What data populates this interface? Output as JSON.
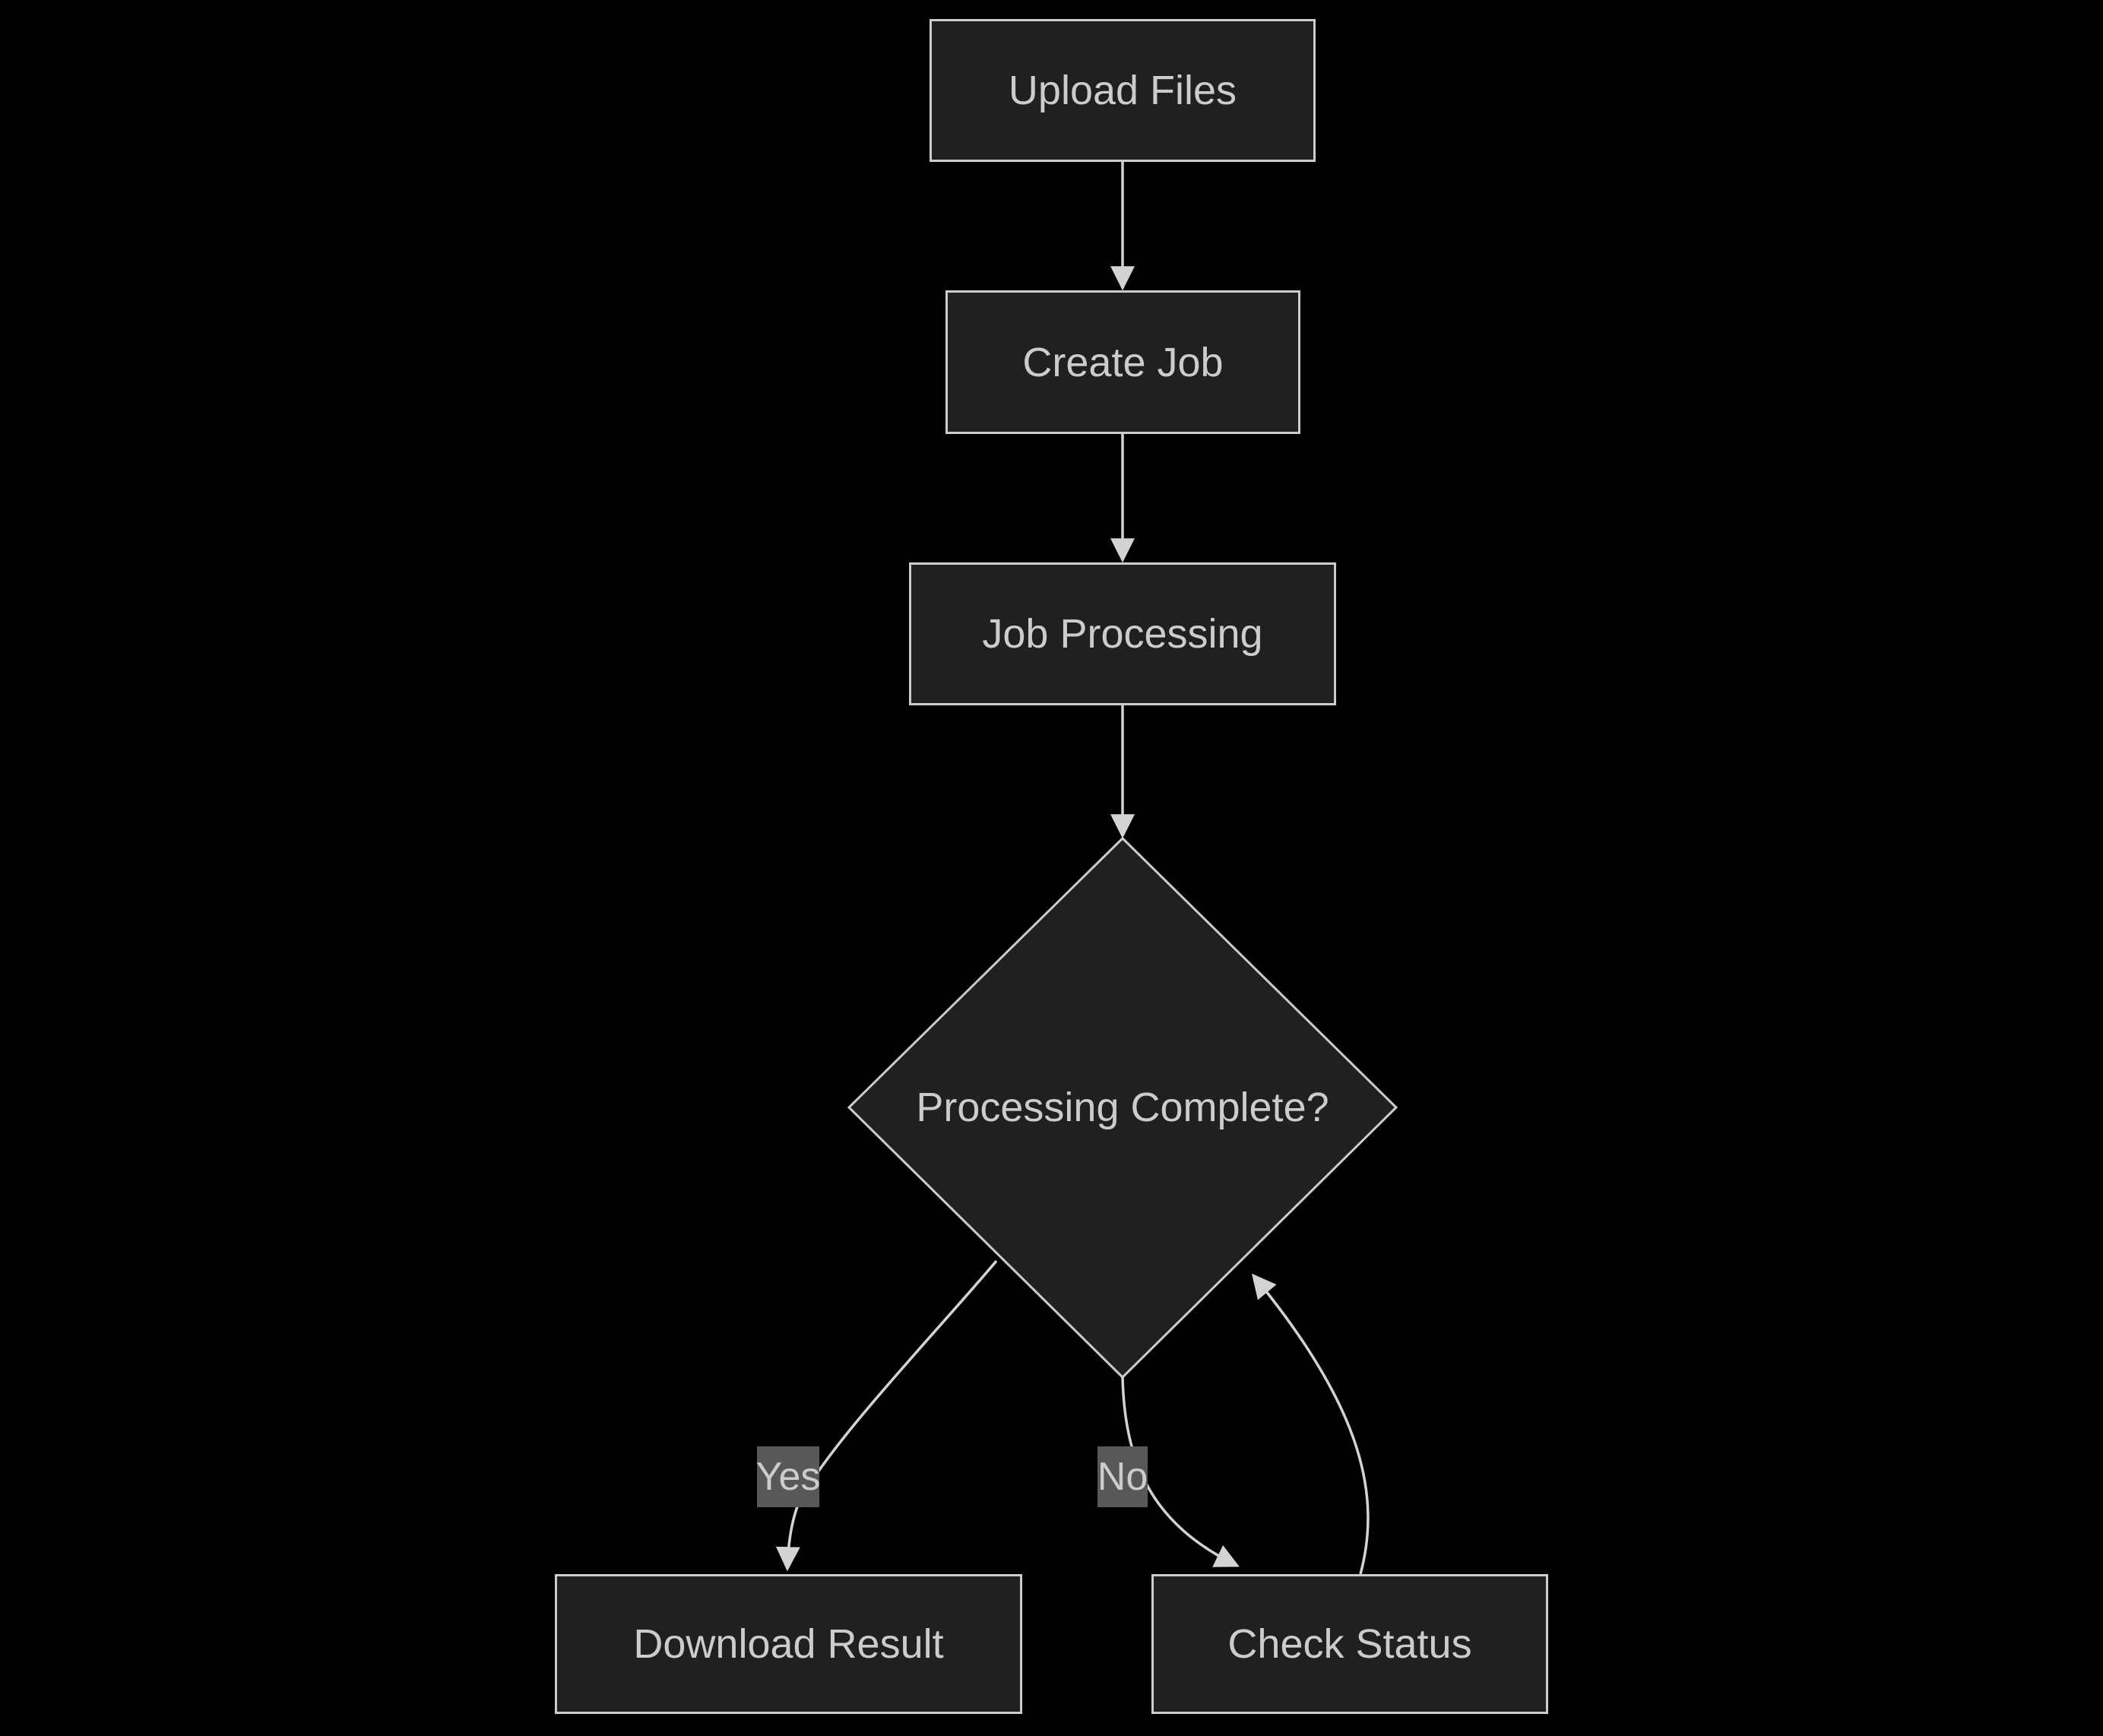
{
  "diagram": {
    "type": "flowchart",
    "direction": "top-down",
    "colors": {
      "background": "#000000",
      "node_fill": "#1f2020",
      "node_border": "#cccccc",
      "node_text": "#cccccc",
      "edge_line": "#d3d3d3",
      "arrowhead": "#d3d3d3",
      "edge_label_background": "#585858",
      "edge_label_text": "#cccccc"
    },
    "nodes": [
      {
        "id": "upload",
        "shape": "rectangle",
        "label": "Upload Files"
      },
      {
        "id": "create",
        "shape": "rectangle",
        "label": "Create Job"
      },
      {
        "id": "process",
        "shape": "rectangle",
        "label": "Job Processing"
      },
      {
        "id": "decision",
        "shape": "diamond",
        "label": "Processing Complete?"
      },
      {
        "id": "download",
        "shape": "rectangle",
        "label": "Download Result"
      },
      {
        "id": "check",
        "shape": "rectangle",
        "label": "Check Status"
      }
    ],
    "edges": [
      {
        "from": "Upload Files",
        "to": "Create Job",
        "label": ""
      },
      {
        "from": "Create Job",
        "to": "Job Processing",
        "label": ""
      },
      {
        "from": "Job Processing",
        "to": "Processing Complete?",
        "label": ""
      },
      {
        "from": "Processing Complete?",
        "to": "Download Result",
        "label": "Yes"
      },
      {
        "from": "Processing Complete?",
        "to": "Check Status",
        "label": "No"
      },
      {
        "from": "Check Status",
        "to": "Processing Complete?",
        "label": ""
      }
    ]
  }
}
